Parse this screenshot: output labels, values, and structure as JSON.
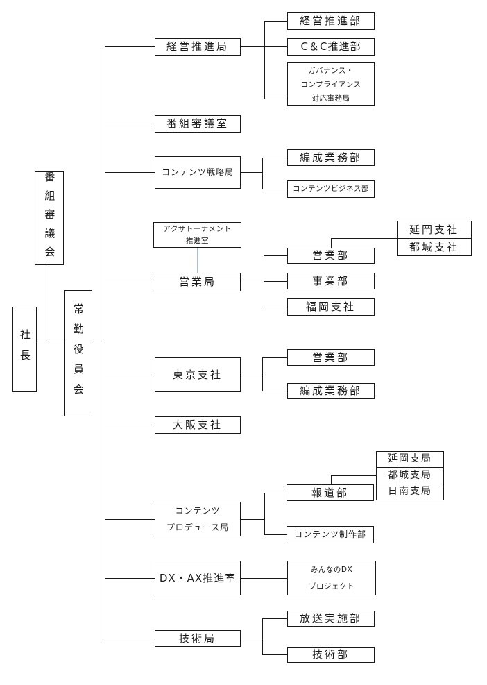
{
  "colors": {
    "background": "#ffffff",
    "line": "#1a1a1a",
    "box_border": "#1a1a1a",
    "box_fill": "#ffffff",
    "text": "#1a1a1a",
    "accent_connector": "#9dc3e6"
  },
  "org_chart": {
    "president": {
      "label": "社長"
    },
    "program_council": {
      "label": "番組審議会"
    },
    "standing_board": {
      "label": "常勤役員会"
    },
    "divisions": [
      {
        "label": "経営推進局",
        "children": [
          {
            "label": "経営推進部"
          },
          {
            "label": "C＆C推進部"
          },
          {
            "label": "ガバナンス・コンプライアンス対応事務局",
            "lines": [
              "ガバナンス・",
              "コンプライアンス",
              "対応事務局"
            ]
          }
        ]
      },
      {
        "label": "番組審議室"
      },
      {
        "label": "コンテンツ戦略局",
        "children": [
          {
            "label": "編成業務部"
          },
          {
            "label": "コンテンツビジネス部"
          }
        ]
      },
      {
        "label": "アクサトーナメント推進室",
        "lines": [
          "アクサトーナメント",
          "推進室"
        ]
      },
      {
        "label": "営業局",
        "children": [
          {
            "label": "営業部",
            "children": [
              {
                "label": "延岡支社"
              },
              {
                "label": "都城支社"
              }
            ]
          },
          {
            "label": "事業部"
          },
          {
            "label": "福岡支社"
          }
        ]
      },
      {
        "label": "東京支社",
        "children": [
          {
            "label": "営業部"
          },
          {
            "label": "編成業務部"
          }
        ]
      },
      {
        "label": "大阪支社"
      },
      {
        "label": "コンテンツプロデュース局",
        "lines": [
          "コンテンツ",
          "プロデュース局"
        ],
        "children": [
          {
            "label": "報道部",
            "children": [
              {
                "label": "延岡支局"
              },
              {
                "label": "都城支局"
              },
              {
                "label": "日南支局"
              }
            ]
          },
          {
            "label": "コンテンツ制作部"
          }
        ]
      },
      {
        "label": "DX・AX推進室",
        "children": [
          {
            "label": "みんなのDXプロジェクト",
            "lines": [
              "みんなのDX",
              "プロジェクト"
            ]
          }
        ]
      },
      {
        "label": "技術局",
        "children": [
          {
            "label": "放送実施部"
          },
          {
            "label": "技術部"
          }
        ]
      }
    ]
  }
}
